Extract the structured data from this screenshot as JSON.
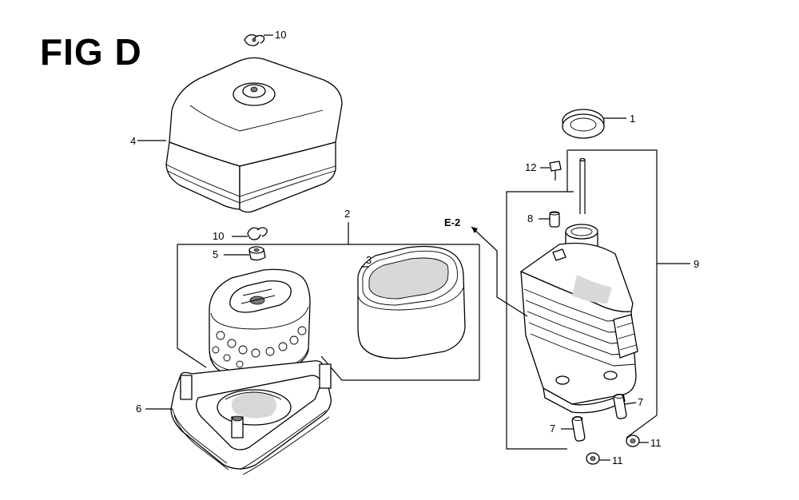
{
  "figure": {
    "title": "FIG D",
    "reference_label": "E-2"
  },
  "callouts": {
    "c1": "1",
    "c2": "2",
    "c3": "3",
    "c4": "4",
    "c5": "5",
    "c6": "6",
    "c7a": "7",
    "c7b": "7",
    "c8": "8",
    "c9": "9",
    "c10a": "10",
    "c10b": "10",
    "c11a": "11",
    "c11b": "11",
    "c12": "12"
  }
}
